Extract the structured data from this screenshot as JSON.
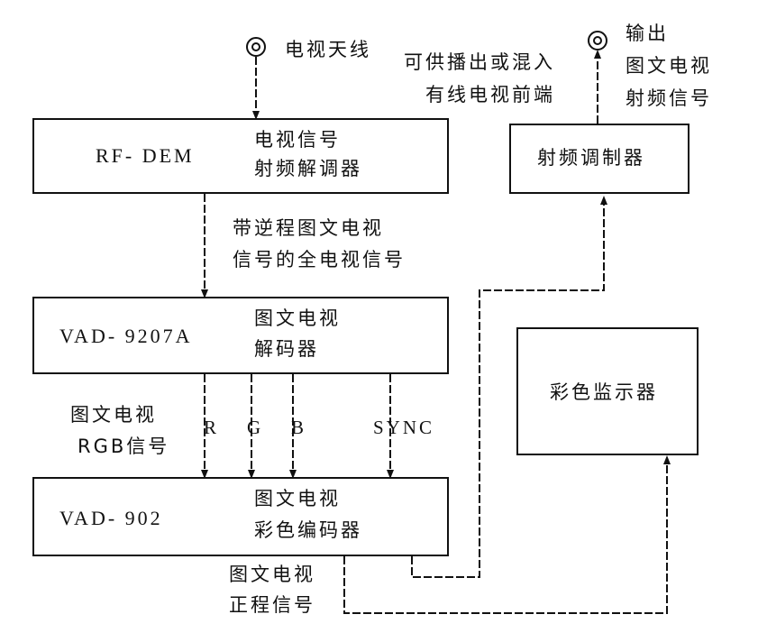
{
  "antenna": {
    "tv_antenna_label": "电视天线",
    "output_lines": [
      "输出",
      "图文电视",
      "射频信号"
    ],
    "cable_note_lines": [
      "可供播出或混入",
      "有线电视前端"
    ]
  },
  "blocks": {
    "rf_dem": {
      "model": "RF- DEM",
      "desc_lines": [
        "电视信号",
        "射频解调器"
      ]
    },
    "vad_9207a": {
      "model": "VAD- 9207A",
      "desc_lines": [
        "图文电视",
        "解码器"
      ]
    },
    "vad_902": {
      "model": "VAD- 902",
      "desc_lines": [
        "图文电视",
        "彩色编码器"
      ]
    },
    "rf_modulator": {
      "desc": "射频调制器"
    },
    "color_monitor": {
      "desc": "彩色监示器"
    }
  },
  "signals": {
    "composite_lines": [
      "带逆程图文电视",
      "信号的全电视信号"
    ],
    "rgb_lines": [
      "图文电视",
      "RGB信号"
    ],
    "r": "R",
    "g": "G",
    "b": "B",
    "sync": "SYNC",
    "trace_lines": [
      "图文电视",
      "正程信号"
    ]
  }
}
